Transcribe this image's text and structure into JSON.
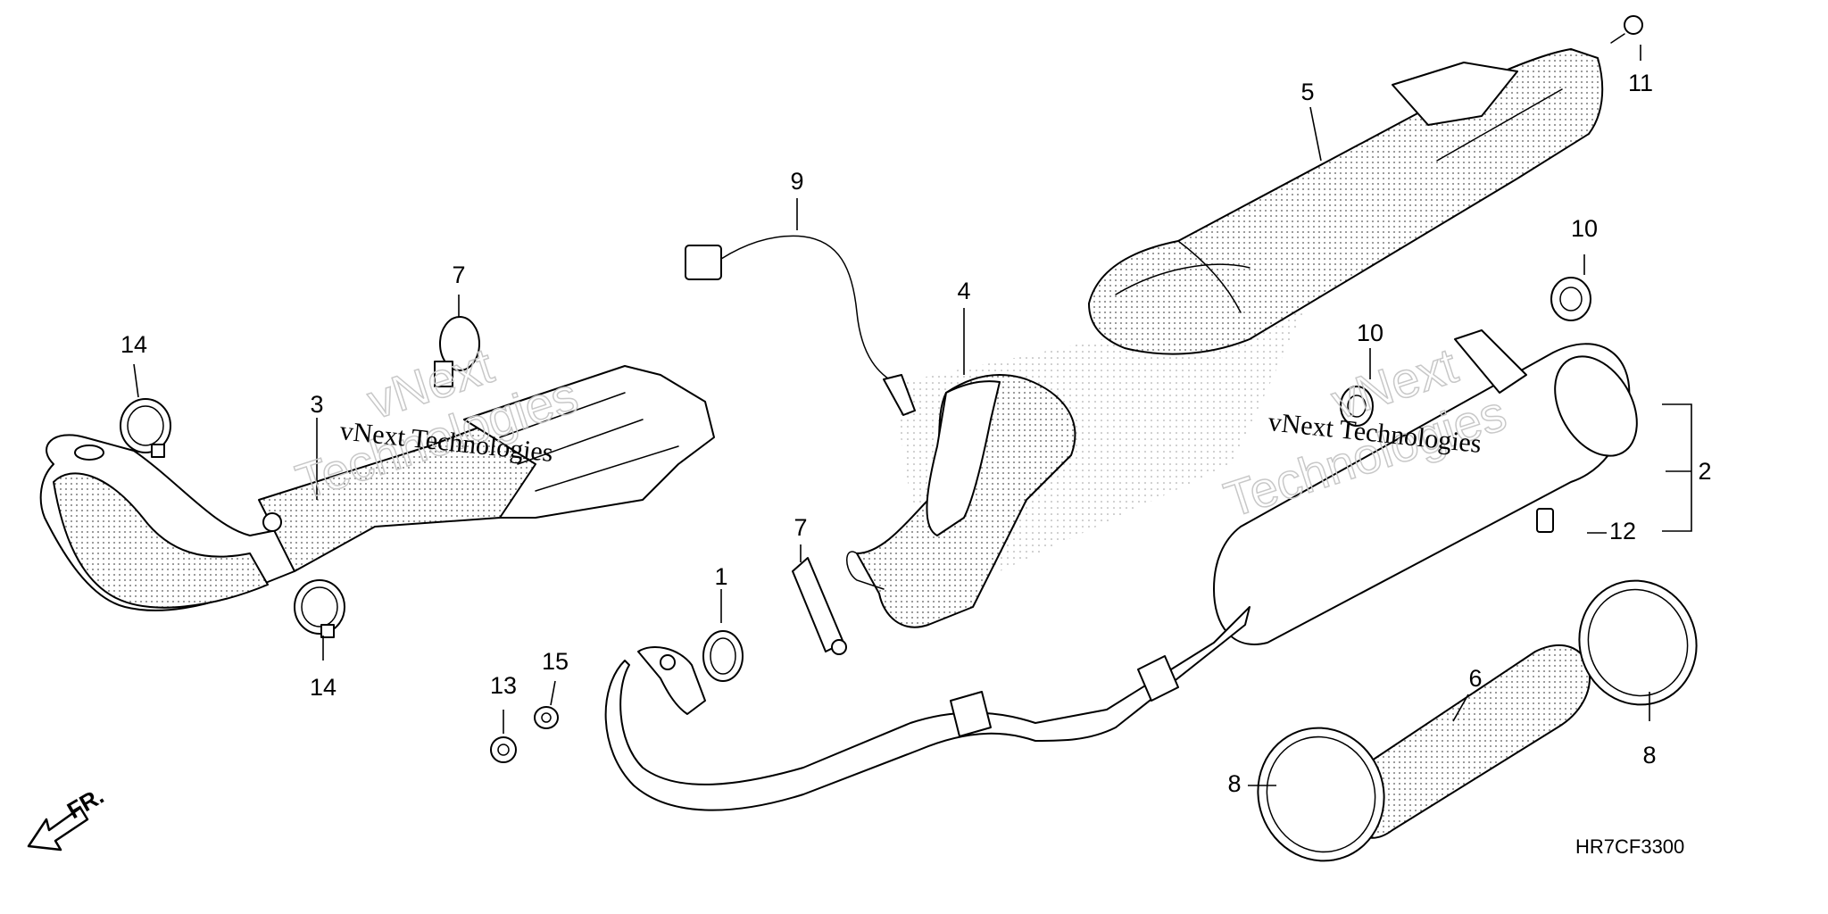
{
  "diagram_code": "HR7CF3300",
  "direction_label": "FR.",
  "watermark": {
    "brand": "vNext",
    "text": "vNext Technologies",
    "subtext": "Technologies"
  },
  "callouts": {
    "c1": "1",
    "c2": "2",
    "c3": "3",
    "c4": "4",
    "c5": "5",
    "c6": "6",
    "c7a": "7",
    "c7b": "7",
    "c8a": "8",
    "c8b": "8",
    "c9": "9",
    "c10a": "10",
    "c10b": "10",
    "c11": "11",
    "c12": "12",
    "c13": "13",
    "c14a": "14",
    "c14b": "14",
    "c15": "15"
  }
}
